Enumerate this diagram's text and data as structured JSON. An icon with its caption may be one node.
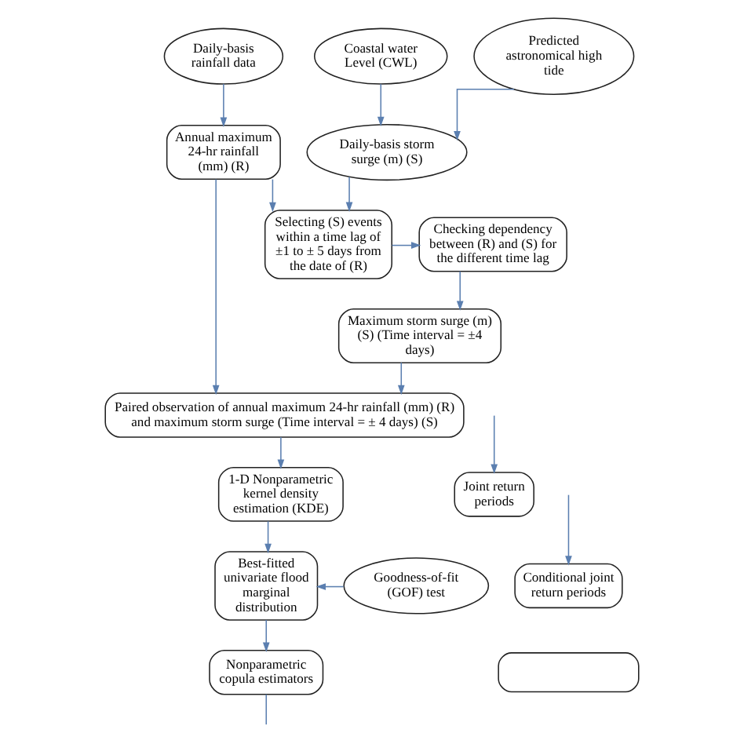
{
  "diagram": {
    "nodes": [
      {
        "text": [
          "Daily-basis rainfall data"
        ]
      },
      {
        "text": [
          "Coastal water Level (CWL)"
        ]
      },
      {
        "text": [
          "Predicted astronomical high tide"
        ]
      },
      {
        "text": [
          "Annual maximum 24-hr rainfall (mm) (R)"
        ]
      },
      {
        "text": [
          "Daily-basis storm surge (m) (S)"
        ]
      },
      {
        "text": [
          "Checking dependency between (R) and (S) for the different time lag"
        ]
      },
      {
        "text": [
          "Selecting (S) events within a time lag of ±1 to ± 5 days from the date of (R)"
        ]
      },
      {
        "text": [
          "Maximum storm surge (m) (S) (Time interval = ±4 days)"
        ]
      },
      {
        "text": [
          "Paired observation of annual maximum 24-hr rainfall (mm) (R) and maximum storm surge (Time interval = ± 4 days) (S)"
        ]
      },
      {
        "text": [
          "1-D Nonparametric kernel density estimation (KDE)"
        ]
      },
      {
        "text": [
          "Goodness-of-fit (GOF) test"
        ]
      },
      {
        "text": [
          "Best-fitted univariate flood marginal distribution"
        ]
      },
      {
        "text": [
          "Joint return periods"
        ]
      },
      {
        "text": [
          "Nonparametric copula estimators"
        ]
      },
      {
        "text": [
          "Conditional joint return periods"
        ]
      },
      {
        "text": [],
        "shape": "box"
      }
    ],
    "edges": [
      {
        "from": 0,
        "to": 3,
        "arrow": "to"
      },
      {
        "from": 1,
        "to": 4,
        "arrow": "to"
      },
      {
        "from": 2,
        "to": 4,
        "arrow": "to"
      },
      {
        "from": 4,
        "to": 6,
        "arrow": "to"
      },
      {
        "from": 3,
        "to": 6,
        "arrow": "to"
      },
      {
        "from": 6,
        "to": 5,
        "arrow": "to"
      },
      {
        "from": 5,
        "to": 7,
        "arrow": "to"
      },
      {
        "from": 3,
        "to": 8,
        "arrow": "to"
      },
      {
        "from": 7,
        "to": 8,
        "arrow": "to"
      },
      {
        "from": 8,
        "to": 9,
        "arrow": "to"
      },
      {
        "from": 9,
        "to": 11,
        "arrow": "to"
      },
      {
        "from": 10,
        "to": 11,
        "arrow": "to"
      },
      {
        "from": 11,
        "to": 13,
        "arrow": "to"
      },
      {
        "from": null,
        "to": 12,
        "arrow": "to"
      },
      {
        "from": null,
        "to": 14,
        "arrow": "to"
      },
      {
        "from": 13,
        "to": null,
        "arrow": "none"
      }
    ]
  }
}
